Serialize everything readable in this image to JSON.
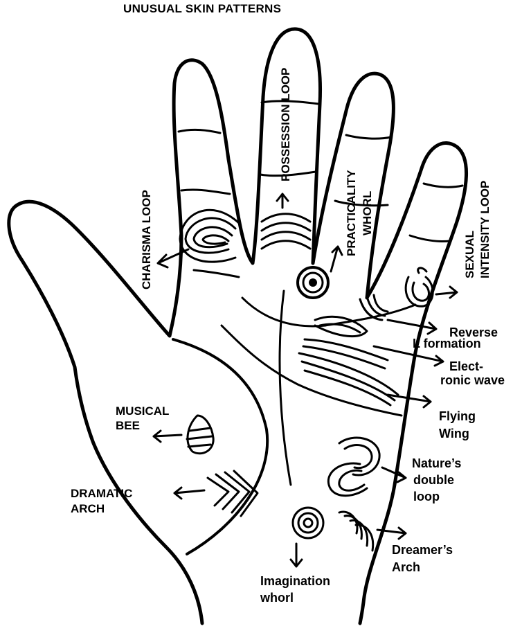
{
  "title": "UNUSUAL SKIN PATTERNS",
  "labels": {
    "charisma_loop": "CHARISMA LOOP",
    "possession_loop": "POSSESSION LOOP",
    "practicality_whorl_1": "PRACTICALITY",
    "practicality_whorl_2": "WHORL",
    "sexual_intensity_1": "SEXUAL",
    "sexual_intensity_2": "INTENSITY LOOP",
    "reverse_1": "Reverse",
    "reverse_2": "L formation",
    "electronic_1": "Elect-",
    "electronic_2": "ronic wave",
    "flying_1": "Flying",
    "flying_2": "Wing",
    "musical_1": "MUSICAL",
    "musical_2": "BEE",
    "dramatic_1": "DRAMATIC",
    "dramatic_2": "ARCH",
    "natures_1": "Nature’s",
    "natures_2": "double",
    "natures_3": "loop",
    "dreamers_1": "Dreamer’s",
    "dreamers_2": "Arch",
    "imagination_1": "Imagination",
    "imagination_2": "whorl"
  }
}
